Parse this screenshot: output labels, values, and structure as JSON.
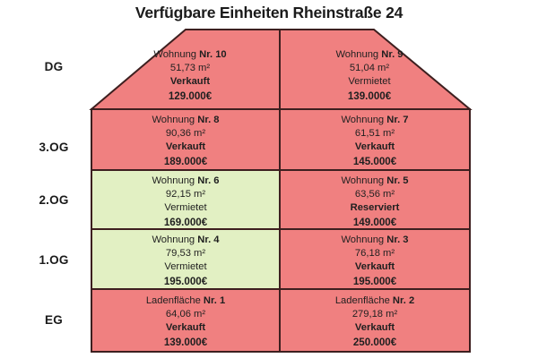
{
  "title": "Verfügbare Einheiten Rheinstraße 24",
  "colors": {
    "sold_fill": "#F08080",
    "rented_fill": "#E2F0C3",
    "outline": "#3d1f1f",
    "background": "#FFFFFF",
    "text": "#1f1f1f"
  },
  "legend_meaning": {
    "red": "Verkauft / Reserviert",
    "green": "Vermietet"
  },
  "floors": [
    {
      "label": "DG",
      "units": [
        {
          "name_prefix": "Wohnung",
          "name_number": "Nr. 10",
          "area": "51,73 m²",
          "status": "Verkauft",
          "status_bold": true,
          "price": "129.000€",
          "fill": "#F08080"
        },
        {
          "name_prefix": "Wohnung",
          "name_number": "Nr. 9",
          "area": "51,04 m²",
          "status": "Vermietet",
          "status_bold": false,
          "price": "139.000€",
          "fill": "#F08080"
        }
      ]
    },
    {
      "label": "3.OG",
      "units": [
        {
          "name_prefix": "Wohnung",
          "name_number": "Nr. 8",
          "area": "90,36 m²",
          "status": "Verkauft",
          "status_bold": true,
          "price": "189.000€",
          "fill": "#F08080"
        },
        {
          "name_prefix": "Wohnung",
          "name_number": "Nr. 7",
          "area": "61,51 m²",
          "status": "Verkauft",
          "status_bold": true,
          "price": "145.000€",
          "fill": "#F08080"
        }
      ]
    },
    {
      "label": "2.OG",
      "units": [
        {
          "name_prefix": "Wohnung",
          "name_number": "Nr. 6",
          "area": "92,15 m²",
          "status": "Vermietet",
          "status_bold": false,
          "price": "169.000€",
          "fill": "#E2F0C3"
        },
        {
          "name_prefix": "Wohnung",
          "name_number": "Nr. 5",
          "area": "63,56 m²",
          "status": "Reserviert",
          "status_bold": true,
          "price": "149.000€",
          "fill": "#F08080"
        }
      ]
    },
    {
      "label": "1.OG",
      "units": [
        {
          "name_prefix": "Wohnung",
          "name_number": "Nr. 4",
          "area": "79,53 m²",
          "status": "Vermietet",
          "status_bold": false,
          "price": "195.000€",
          "fill": "#E2F0C3"
        },
        {
          "name_prefix": "Wohnung",
          "name_number": "Nr. 3",
          "area": "76,18 m²",
          "status": "Verkauft",
          "status_bold": true,
          "price": "195.000€",
          "fill": "#F08080"
        }
      ]
    },
    {
      "label": "EG",
      "units": [
        {
          "name_prefix": "Ladenfläche",
          "name_number": "Nr. 1",
          "area": "64,06 m²",
          "status": "Verkauft",
          "status_bold": true,
          "price": "139.000€",
          "fill": "#F08080"
        },
        {
          "name_prefix": "Ladenfläche",
          "name_number": "Nr. 2",
          "area": "279,18 m²",
          "status": "Verkauft",
          "status_bold": true,
          "price": "250.000€",
          "fill": "#F08080"
        }
      ]
    }
  ]
}
